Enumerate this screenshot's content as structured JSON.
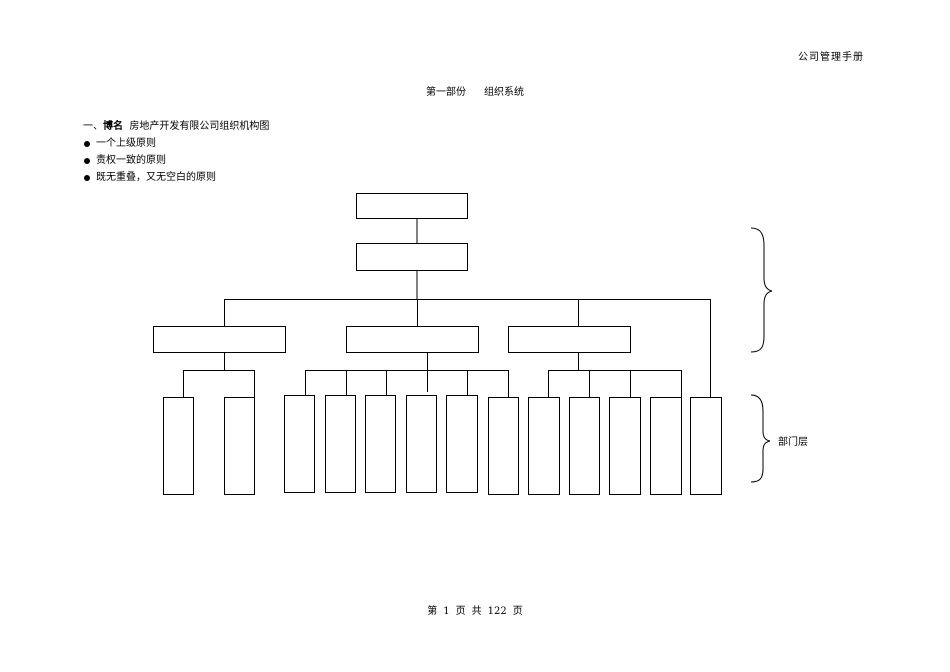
{
  "header": {
    "right_title": "公司管理手册"
  },
  "section": {
    "part": "第一部份",
    "name": "组织系统"
  },
  "intro": {
    "prefix": "一、",
    "bold": "博名",
    "title": "房地产开发有限公司组织机构图",
    "bullets": [
      "一个上级原则",
      "责权一致的原则",
      "既无重叠，又无空白的原则"
    ]
  },
  "chart": {
    "dept_label": "部门层"
  },
  "footer": {
    "w1": "第",
    "page": "1",
    "w2": "页",
    "w3": "共",
    "total": "122",
    "w4": "页"
  }
}
